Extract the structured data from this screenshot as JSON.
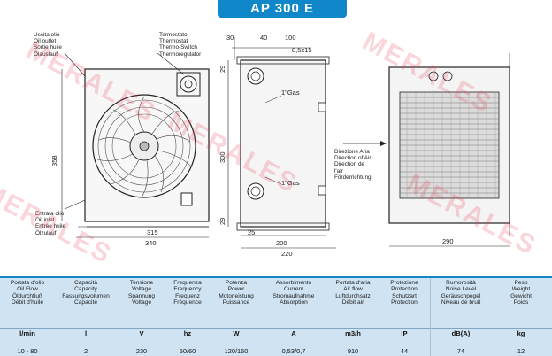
{
  "title": "AP 300 E",
  "callouts": {
    "oil_outlet": [
      "Uscita olio",
      "Oil outlet",
      "Sortie huile",
      "Ölauslauf"
    ],
    "thermostat": [
      "Termostato",
      "Thermostat",
      "Thermo-Switch",
      "Thermoregulator"
    ],
    "oil_inlet": [
      "Entrata olio",
      "Oil inlet",
      "Entrée huile",
      "Ölzulauf"
    ],
    "air_direction": [
      "Direzione Aria",
      "Direction of Air",
      "Direction de",
      "l'air",
      "Förderrichtung"
    ],
    "port_top": "1\"Gas",
    "port_bottom": "1\"Gas"
  },
  "dimensions": {
    "d30": "30",
    "d40": "40",
    "d100": "100",
    "d8_5x15": "8,5x15",
    "d29_top": "29",
    "d300": "300",
    "d29_bottom": "29",
    "d358": "358",
    "d315": "315",
    "d340": "340",
    "d25": "25",
    "d200": "200",
    "d220": "220",
    "d290": "290"
  },
  "specs": {
    "columns": [
      {
        "header": [
          "Portata d'olio",
          "Oil Flow",
          "Öldurchfluß",
          "Débit d'huile"
        ],
        "unit": "l/min",
        "value": "10 - 80"
      },
      {
        "header": [
          "Capacità",
          "Capacity",
          "Fassungsvolumen",
          "Capacité"
        ],
        "unit": "l",
        "value": "2"
      },
      {
        "header": [
          "Tensione",
          "Voltage",
          "Spannung",
          "Voltage"
        ],
        "unit": "V",
        "value": "230"
      },
      {
        "header": [
          "Frequenza",
          "Frequency",
          "Frequenz",
          "Fréquence"
        ],
        "unit": "hz",
        "value": "50/60"
      },
      {
        "header": [
          "Potenza",
          "Power",
          "Motorleistung",
          "Puissance"
        ],
        "unit": "W",
        "value": "120/160"
      },
      {
        "header": [
          "Assorbimento",
          "Current",
          "Stromaufnahme",
          "Absorption"
        ],
        "unit": "A",
        "value": "0,53/0,7"
      },
      {
        "header": [
          "Portata d'aria",
          "Air flow",
          "Luftdurchsatz",
          "Débit air"
        ],
        "unit": "m3/h",
        "value": "910"
      },
      {
        "header": [
          "Protezione",
          "Protection",
          "Schutzart",
          "Protection"
        ],
        "unit": "IP",
        "value": "44"
      },
      {
        "header": [
          "Rumorosità",
          "Noise Level",
          "Geräuschpegel",
          "Niveau de bruit"
        ],
        "unit": "dB(A)",
        "value": "74"
      },
      {
        "header": [
          "Peso",
          "Weight",
          "Gewicht",
          "Poids"
        ],
        "unit": "kg",
        "value": "12"
      }
    ]
  },
  "watermark": "MERALES"
}
